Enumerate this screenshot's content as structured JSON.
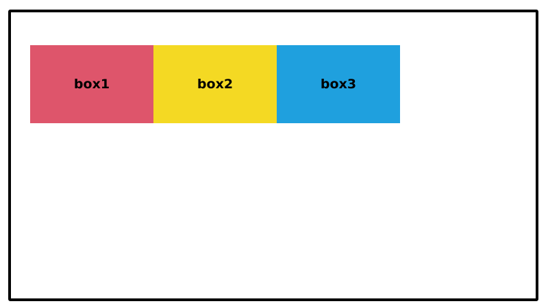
{
  "boxes": [
    {
      "label": "box1",
      "color": "#de556b"
    },
    {
      "label": "box2",
      "color": "#f4d923"
    },
    {
      "label": "box3",
      "color": "#1fa0de"
    }
  ]
}
